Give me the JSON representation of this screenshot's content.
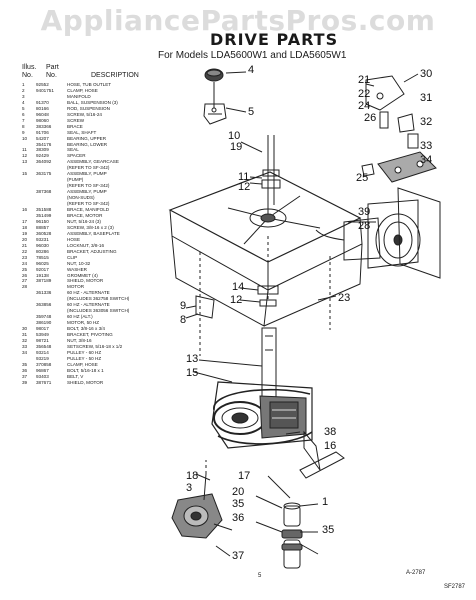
{
  "watermark": "AppliancePartsPros.com",
  "title": "DRIVE PARTS",
  "subtitle": "For Models LDA5600W1 and LDA5605W1",
  "list_header": {
    "illus": "Illus.",
    "part": "Part",
    "no": "No.",
    "no2": "No.",
    "description": "DESCRIPTION"
  },
  "parts": [
    {
      "n": "1",
      "p": "92552",
      "d": "HOSE, TUB OUTLET"
    },
    {
      "n": "2",
      "p": "9401751",
      "d": "CLAMP, HOSE"
    },
    {
      "n": "3",
      "p": "",
      "d": "MANIFOLD"
    },
    {
      "n": "4",
      "p": "91370",
      "d": "BALL, SUSPENSION (3)"
    },
    {
      "n": "5",
      "p": "80166",
      "d": "ROD, SUSPENSION"
    },
    {
      "n": "6",
      "p": "96048",
      "d": "SCREW, 5/16-24"
    },
    {
      "n": "7",
      "p": "98060",
      "d": "SCREW"
    },
    {
      "n": "8",
      "p": "383366",
      "d": "BRACE"
    },
    {
      "n": "9",
      "p": "91706",
      "d": "SEAL, SHAFT"
    },
    {
      "n": "10",
      "p": "54207",
      "d": "BEARING, UPPER"
    },
    {
      "n": "",
      "p": "354176",
      "d": "BEARING, LOWER"
    },
    {
      "n": "11",
      "p": "38309",
      "d": "SEAL"
    },
    {
      "n": "12",
      "p": "92429",
      "d": "SPACER"
    },
    {
      "n": "13",
      "p": "364092",
      "d": "ASSEMBLY, GEARCASE"
    },
    {
      "n": "",
      "p": "",
      "d": "(REFER TO SF-342)"
    },
    {
      "n": "15",
      "p": "363175",
      "d": "ASSEMBLY, PUMP"
    },
    {
      "n": "",
      "p": "",
      "d": "(PUMP)"
    },
    {
      "n": "",
      "p": "",
      "d": "(REFER TO SF-342)"
    },
    {
      "n": "",
      "p": "387368",
      "d": "ASSEMBLY, PUMP"
    },
    {
      "n": "",
      "p": "",
      "d": "(NON-SUDS)"
    },
    {
      "n": "",
      "p": "",
      "d": "(REFER TO SF-342)"
    },
    {
      "n": "16",
      "p": "351588",
      "d": "BRACE, MANIFOLD"
    },
    {
      "n": "",
      "p": "351499",
      "d": "BRACE, MOTOR"
    },
    {
      "n": "17",
      "p": "96150",
      "d": "NUT, 5/16-24 (3)"
    },
    {
      "n": "18",
      "p": "88857",
      "d": "SCREW, 3/8-16 x 2 (3)"
    },
    {
      "n": "19",
      "p": "360528",
      "d": "ASSEMBLY, BASEPLATE"
    },
    {
      "n": "20",
      "p": "93231",
      "d": "HOSE"
    },
    {
      "n": "21",
      "p": "96030",
      "d": "LOCKNUT, 3/8-16"
    },
    {
      "n": "22",
      "p": "80286",
      "d": "BRACKET, ADJUSTING"
    },
    {
      "n": "23",
      "p": "78515",
      "d": "CLIP"
    },
    {
      "n": "24",
      "p": "96025",
      "d": "NUT, 10-32"
    },
    {
      "n": "25",
      "p": "92017",
      "d": "WASHER"
    },
    {
      "n": "26",
      "p": "19138",
      "d": "GROMMET (4)"
    },
    {
      "n": "27",
      "p": "387189",
      "d": "SHIELD, MOTOR"
    },
    {
      "n": "28",
      "p": "",
      "d": "MOTOR"
    },
    {
      "n": "",
      "p": "361336",
      "d": "60 HZ - ALTERNATE"
    },
    {
      "n": "",
      "p": "",
      "d": "(INCLUDES 362758 SWITCH)"
    },
    {
      "n": "",
      "p": "363856",
      "d": "60 HZ - ALTERNATE"
    },
    {
      "n": "",
      "p": "",
      "d": "(INCLUDES 363056 SWITCH)"
    },
    {
      "n": "",
      "p": "359748",
      "d": "60 HZ (ALT.)"
    },
    {
      "n": "",
      "p": "386190",
      "d": "MOTOR, 50 HZ"
    },
    {
      "n": "30",
      "p": "98017",
      "d": "BOLT, 3/8-16 x 3/4"
    },
    {
      "n": "31",
      "p": "53949",
      "d": "BRACKET, PIVOTING"
    },
    {
      "n": "32",
      "p": "98721",
      "d": "NUT, 3/8-16"
    },
    {
      "n": "33",
      "p": "356548",
      "d": "SETSCREW, 5/16-18 x 1/2"
    },
    {
      "n": "34",
      "p": "93214",
      "d": "PULLEY - 60 HZ"
    },
    {
      "n": "",
      "p": "93219",
      "d": "PULLEY - 50 HZ"
    },
    {
      "n": "35",
      "p": "370858",
      "d": "CLAMP, HOSE"
    },
    {
      "n": "36",
      "p": "96867",
      "d": "BOLT, 5/16-18 x 1"
    },
    {
      "n": "37",
      "p": "93403",
      "d": "BELT, V"
    },
    {
      "n": "39",
      "p": "387671",
      "d": "SHIELD, MOTOR"
    }
  ],
  "callouts": {
    "c4": "4",
    "c5": "5",
    "c10": "10",
    "c19": "19",
    "c11": "11",
    "c12a": "12",
    "c13": "13",
    "c14": "14",
    "c12b": "12",
    "c9": "9",
    "c8": "8",
    "c21": "21",
    "c22": "22",
    "c24": "24",
    "c26": "26",
    "c30": "30",
    "c31": "31",
    "c32": "32",
    "c33": "33",
    "c34": "34",
    "c25": "25",
    "c39": "39",
    "c28": "28",
    "c23": "23",
    "c38": "38",
    "c16": "16",
    "c17": "17",
    "c1": "1",
    "c18": "18",
    "c3": "3",
    "c20": "20",
    "c35a": "35",
    "c36": "36",
    "c35b": "35",
    "c37": "37",
    "c15": "15"
  },
  "ref_code": "A-2787",
  "page_num": "5",
  "doc_code": "SF2787"
}
